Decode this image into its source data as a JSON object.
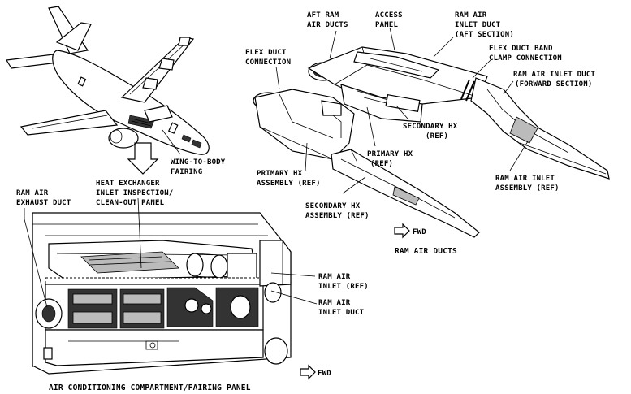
{
  "labels": {
    "aft_ram_air_ducts": [
      "AFT RAM",
      "AIR DUCTS"
    ],
    "access_panel": [
      "ACCESS",
      "PANEL"
    ],
    "ram_air_inlet_duct_aft": [
      "RAM AIR",
      "INLET DUCT",
      "(AFT SECTION)"
    ],
    "flex_duct_connection": [
      "FLEX DUCT",
      "CONNECTION"
    ],
    "flex_duct_band_clamp": [
      "FLEX DUCT BAND",
      "CLAMP CONNECTION"
    ],
    "ram_air_inlet_duct_fwd": [
      "RAM AIR INLET DUCT",
      "(FORWARD SECTION)"
    ],
    "secondary_hx_ref": [
      "SECONDARY HX",
      "(REF)"
    ],
    "primary_hx_ref": [
      "PRIMARY HX",
      "(REF)"
    ],
    "primary_hx_assembly": [
      "PRIMARY HX",
      "ASSEMBLY (REF)"
    ],
    "secondary_hx_assembly": [
      "SECONDARY HX",
      "ASSEMBLY (REF)"
    ],
    "ram_air_inlet_assembly": [
      "RAM AIR INLET",
      "ASSEMBLY (REF)"
    ],
    "wing_to_body_fairing": [
      "WING-TO-BODY",
      "FAIRING"
    ],
    "heat_exchanger_inlet": [
      "HEAT EXCHANGER",
      "INLET INSPECTION/",
      "CLEAN-OUT PANEL"
    ],
    "ram_air_exhaust_duct": [
      "RAM AIR",
      "EXHAUST DUCT"
    ],
    "ram_air_inlet_ref": [
      "RAM AIR",
      "INLET (REF)"
    ],
    "ram_air_inlet_duct": [
      "RAM AIR",
      "INLET DUCT"
    ],
    "fwd_top": "FWD",
    "fwd_bottom": "FWD"
  },
  "titles": {
    "ram_air_ducts": "RAM AIR DUCTS",
    "air_conditioning_compartment": "AIR CONDITIONING COMPARTMENT/FAIRING PANEL"
  },
  "colors": {
    "ink": "#000000",
    "paper": "#ffffff"
  }
}
